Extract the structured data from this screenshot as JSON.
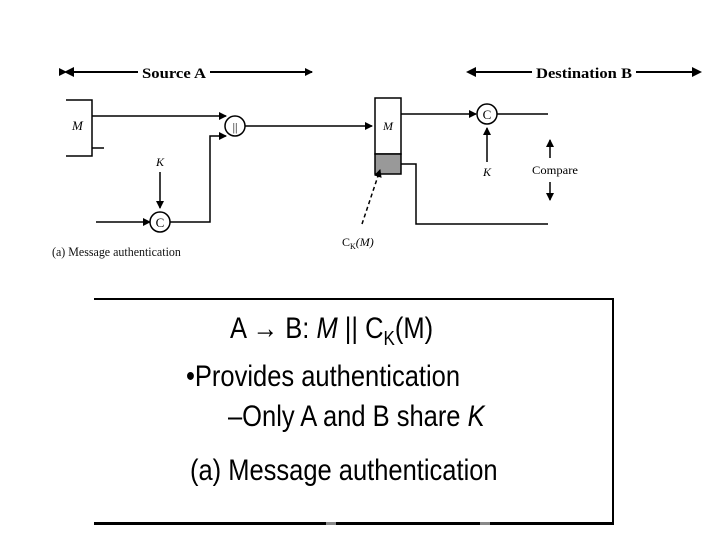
{
  "top_diagram": {
    "source_label": "Source A",
    "destination_label": "Destination B",
    "message_left": "M",
    "key_left": "K",
    "concat_symbol": "||",
    "mac_func_left": "C",
    "message_mid": "M",
    "mac_label_main": "C",
    "mac_label_sub": "K",
    "mac_label_arg": "(M)",
    "mac_func_right": "C",
    "key_right": "K",
    "compare_label": "Compare",
    "caption": "(a) Message authentication"
  },
  "box": {
    "line1": {
      "pre": "A → B: ",
      "m": "M",
      "bars": " || C",
      "sub": "K",
      "post": "(M)"
    },
    "line2": "•Provides authentication",
    "line3": {
      "pre": "–Only A and B share ",
      "k": "K"
    },
    "line4": "(a) Message authentication"
  }
}
